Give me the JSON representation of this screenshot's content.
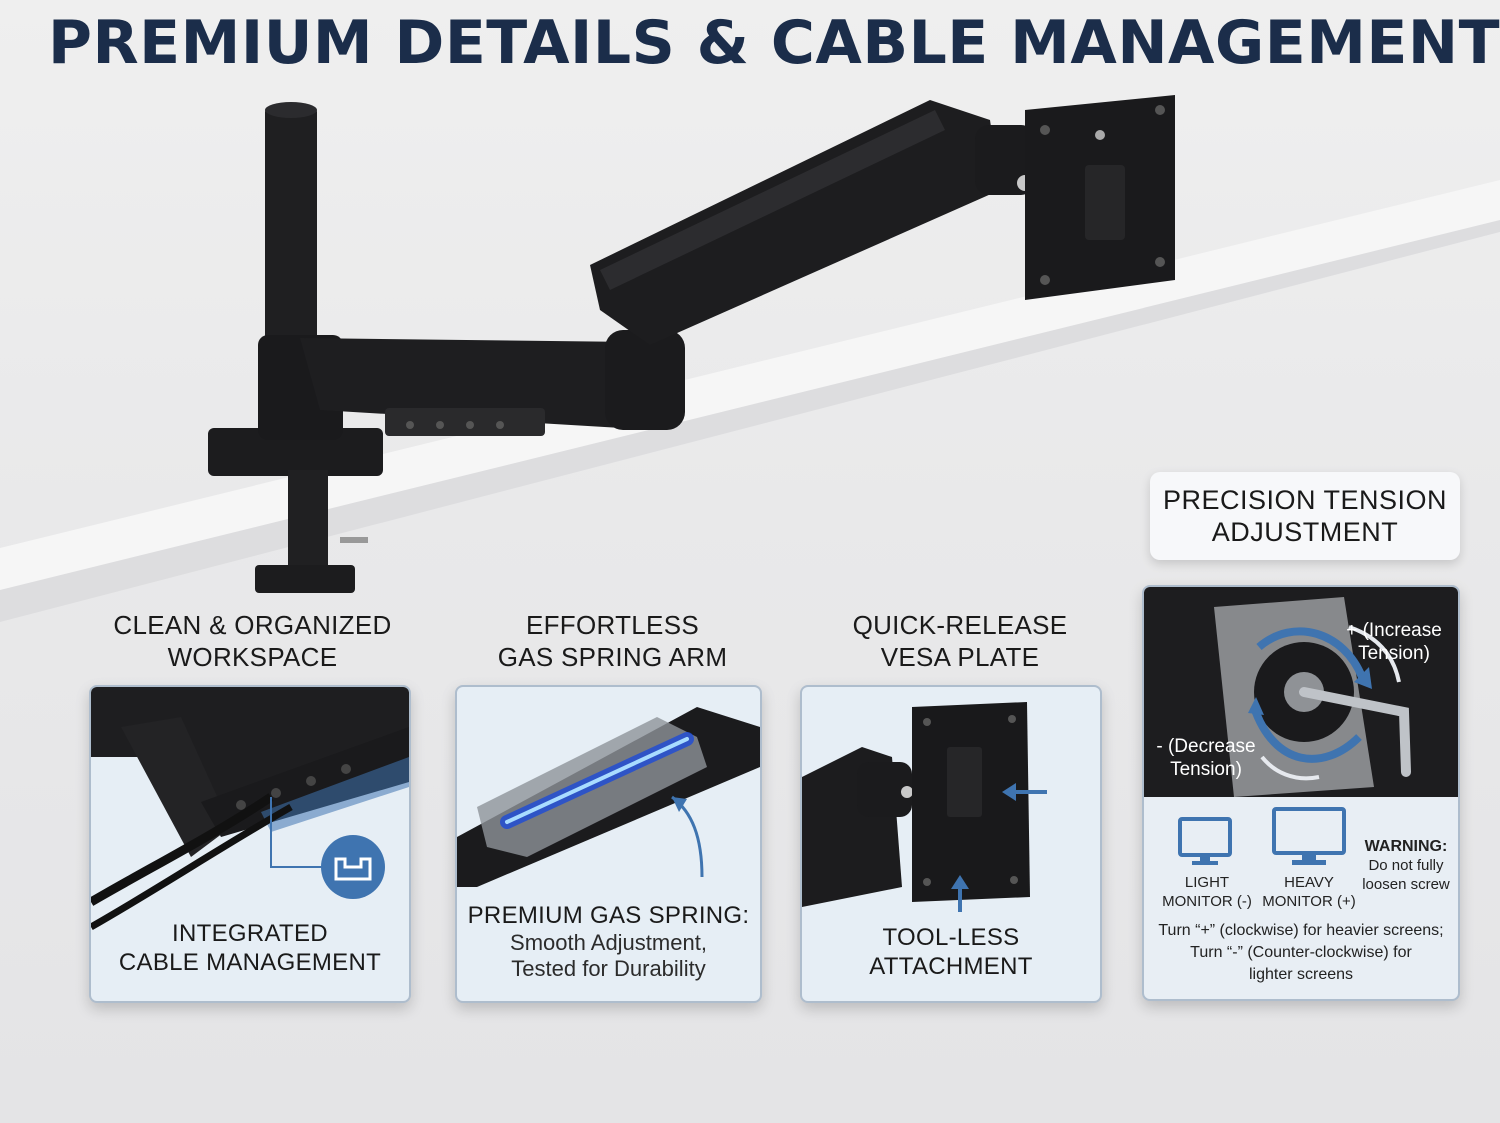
{
  "title": "PREMIUM DETAILS & CABLE MANAGEMENT",
  "features": [
    {
      "caption": [
        "CLEAN & ORGANIZED",
        "WORKSPACE"
      ],
      "card_text": [
        "INTEGRATED",
        "CABLE MANAGEMENT"
      ],
      "icon": "cable-tray-icon"
    },
    {
      "caption": [
        "EFFORTLESS",
        "GAS SPRING ARM"
      ],
      "card_title": "PREMIUM GAS SPRING:",
      "card_text": [
        "Smooth Adjustment,",
        "Tested for Durability"
      ],
      "icon": "gas-spring-icon"
    },
    {
      "caption": [
        "QUICK-RELEASE",
        "VESA PLATE"
      ],
      "card_text": [
        "TOOL-LESS",
        "ATTACHMENT"
      ],
      "icon": "vesa-plate-icon"
    }
  ],
  "tension": {
    "title": [
      "PRECISION TENSION",
      "ADJUSTMENT"
    ],
    "increase": [
      "+ (Increase",
      "Tension)"
    ],
    "decrease": [
      "- (Decrease",
      "Tension)"
    ],
    "light_monitor": [
      "LIGHT",
      "MONITOR (-)"
    ],
    "heavy_monitor": [
      "HEAVY",
      "MONITOR (+)"
    ],
    "warning_title": "WARNING:",
    "warning_text": [
      "Do not fully",
      "loosen screw"
    ],
    "instructions": [
      "Turn “+” (clockwise) for heavier screens;",
      "Turn “-” (Counter-clockwise) for",
      "lighter screens"
    ]
  },
  "colors": {
    "title": "#1b2d4a",
    "accent_blue": "#3f74b0",
    "card_bg": "#e6eef5",
    "card_border": "#aebdcd",
    "arm_black": "#1c1c1e"
  }
}
